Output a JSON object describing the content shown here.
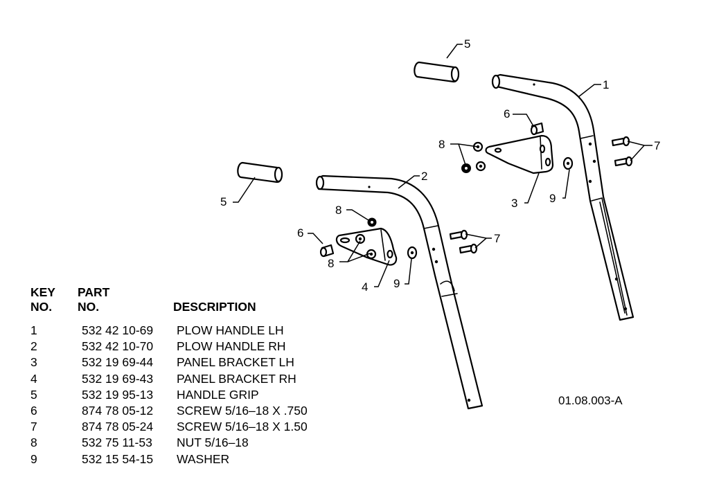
{
  "table": {
    "headers": {
      "key": "KEY\nNO.",
      "part": "PART\nNO.",
      "description": "DESCRIPTION"
    },
    "rows": [
      {
        "key": "1",
        "part": "532 42 10-69",
        "description": "PLOW HANDLE LH"
      },
      {
        "key": "2",
        "part": "532 42 10-70",
        "description": "PLOW HANDLE RH"
      },
      {
        "key": "3",
        "part": "532 19 69-44",
        "description": "PANEL BRACKET LH"
      },
      {
        "key": "4",
        "part": "532 19 69-43",
        "description": "PANEL BRACKET RH"
      },
      {
        "key": "5",
        "part": "532 19 95-13",
        "description": "HANDLE GRIP"
      },
      {
        "key": "6",
        "part": "874 78 05-12",
        "description": "SCREW 5/16–18 X .750"
      },
      {
        "key": "7",
        "part": "874 78 05-24",
        "description": "SCREW 5/16–18 X 1.50"
      },
      {
        "key": "8",
        "part": "532 75 11-53",
        "description": "NUT 5/16–18"
      },
      {
        "key": "9",
        "part": "532 15 54-15",
        "description": "WASHER"
      }
    ]
  },
  "reference_code": "01.08.003-A",
  "callouts": {
    "c1": "1",
    "c2": "2",
    "c3": "3",
    "c4": "4",
    "c5_top": "5",
    "c5_left": "5",
    "c6_top": "6",
    "c6_left": "6",
    "c7_right": "7",
    "c7_mid": "7",
    "c8_top": "8",
    "c8_mid": "8",
    "c8_low": "8",
    "c9_right": "9",
    "c9_left": "9"
  }
}
